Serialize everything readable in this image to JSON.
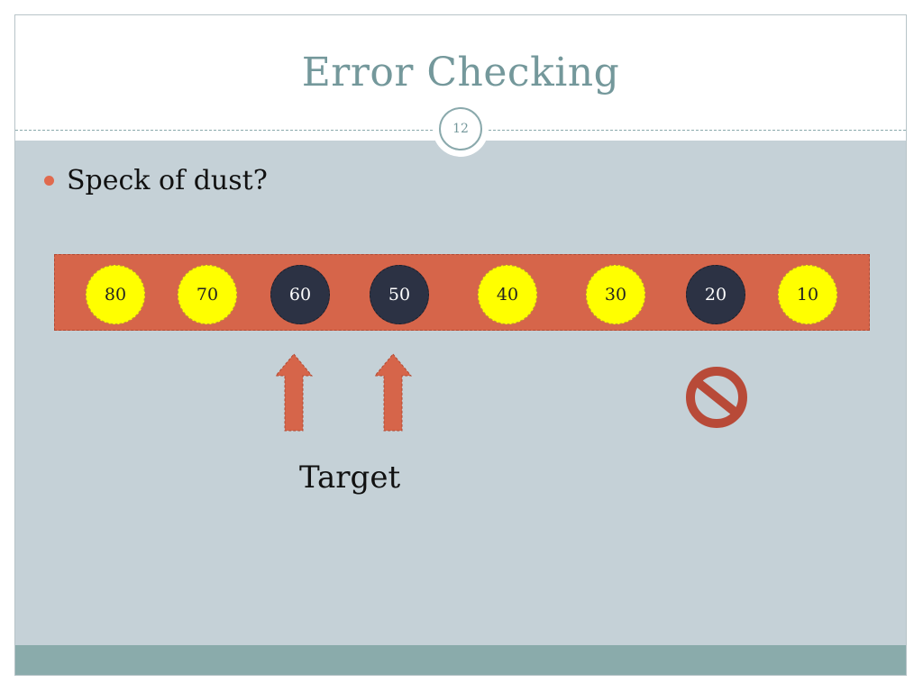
{
  "slide": {
    "title": "Error Checking",
    "number": "12",
    "bullets": [
      "Speck of dust?"
    ],
    "target_label": "Target"
  },
  "balls": [
    {
      "label": "80",
      "color": "yellow"
    },
    {
      "label": "70",
      "color": "yellow"
    },
    {
      "label": "60",
      "color": "dark"
    },
    {
      "label": "50",
      "color": "dark"
    },
    {
      "label": "40",
      "color": "yellow"
    },
    {
      "label": "30",
      "color": "yellow"
    },
    {
      "label": "20",
      "color": "dark"
    },
    {
      "label": "10",
      "color": "yellow"
    }
  ],
  "icons": {
    "arrows": [
      "up-arrow-icon",
      "up-arrow-icon"
    ],
    "prohibited": "no-entry-icon"
  },
  "colors": {
    "title": "#74989b",
    "strip": "#d6654a",
    "yellow_ball": "#ffff00",
    "dark_ball": "#2c3244",
    "arrow": "#d6654a",
    "prohibited": "#b84a38",
    "content_bg": "#c5d1d7",
    "footer_bg": "#8aabab"
  }
}
